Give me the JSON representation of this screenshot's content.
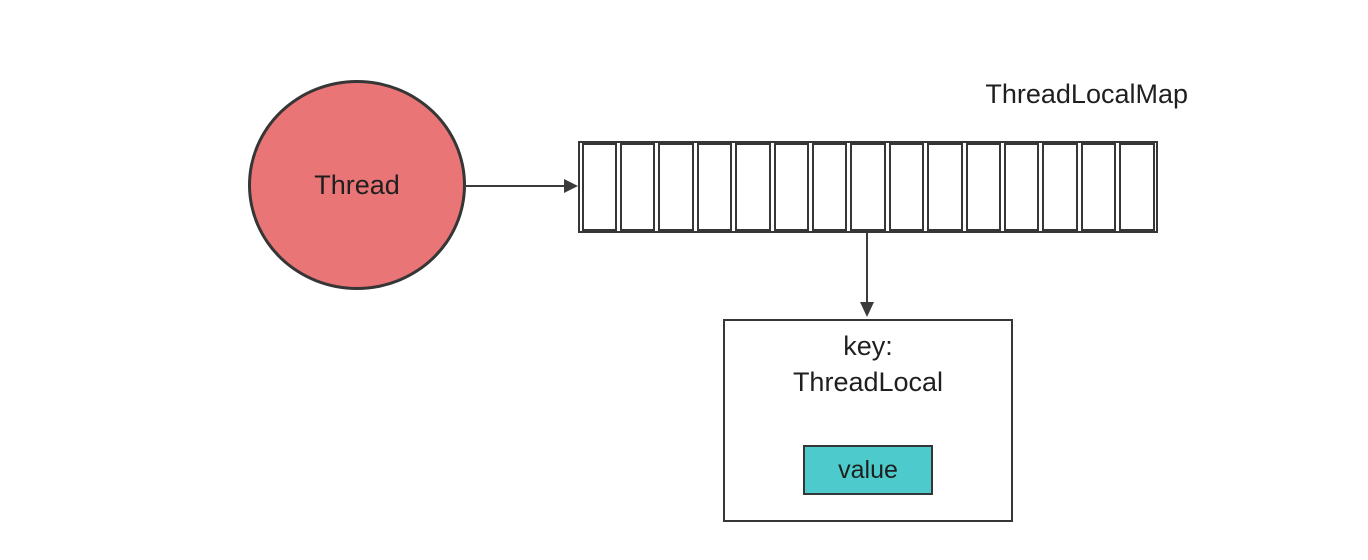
{
  "diagram": {
    "thread_node": {
      "label": "Thread"
    },
    "map": {
      "label": "ThreadLocalMap",
      "cell_count": 15
    },
    "entry": {
      "key_label": "key:",
      "key_type": "ThreadLocal",
      "value_label": "value"
    }
  },
  "colors": {
    "thread_fill": "#E97577",
    "value_fill": "#4DCBCC",
    "stroke": "#363636",
    "arrow": "#3B3B3B",
    "background": "#FFFFFF"
  }
}
